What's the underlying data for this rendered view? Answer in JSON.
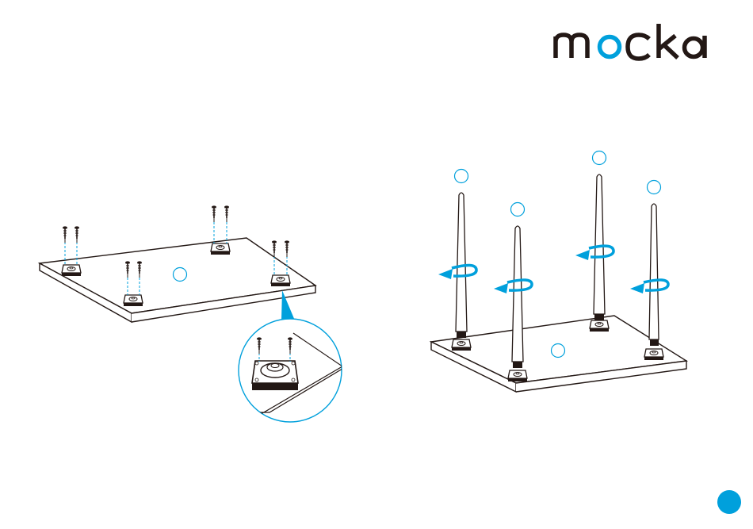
{
  "brand": {
    "name": "mocka",
    "text_color": "#231815",
    "accent_color": "#00a0dc"
  },
  "colors": {
    "line": "#231815",
    "accent": "#00a0dc",
    "panel": "#ffffff"
  },
  "step1": {
    "number_circle_label": "",
    "brackets": 4,
    "screws_per_bracket": 2,
    "detail_callout": "bracket-zoom"
  },
  "step2": {
    "legs": 4,
    "rotation": "clockwise-screw-in",
    "number_circle_label": ""
  },
  "page_marker": {
    "label": ""
  }
}
